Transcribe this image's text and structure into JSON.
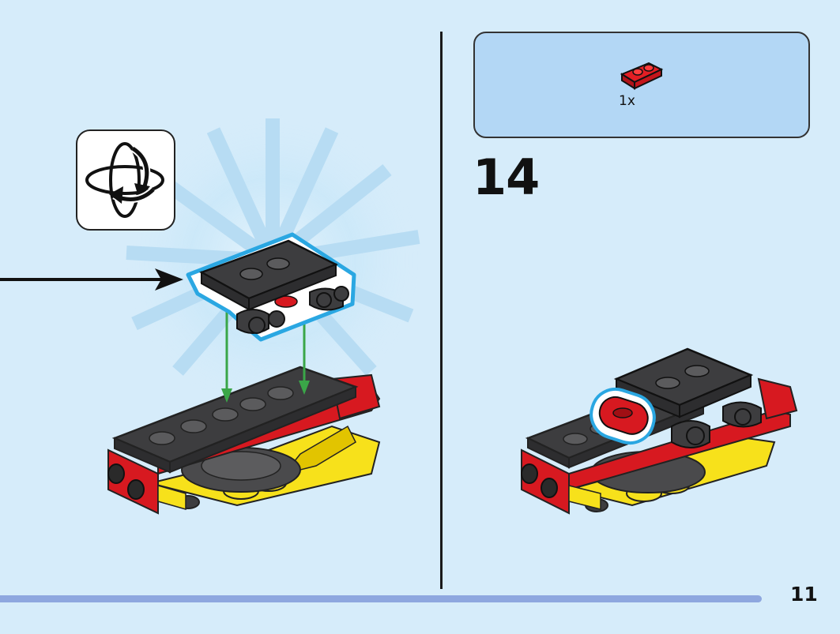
{
  "parts_list": {
    "items": [
      {
        "icon": "red-plate-1x2-icon",
        "quantity": "1x"
      }
    ]
  },
  "step": {
    "number": "14"
  },
  "page": {
    "number": "11"
  },
  "colors": {
    "background": "#d6ecfa",
    "callout": "#b3d7f5",
    "highlight": "#2aa7e2",
    "brick_red": "#d71920",
    "brick_yellow": "#f7e11b",
    "brick_dark_gray": "#3d3d3f",
    "arrow_green": "#3aa648",
    "page_bar": "#8ea7df"
  }
}
